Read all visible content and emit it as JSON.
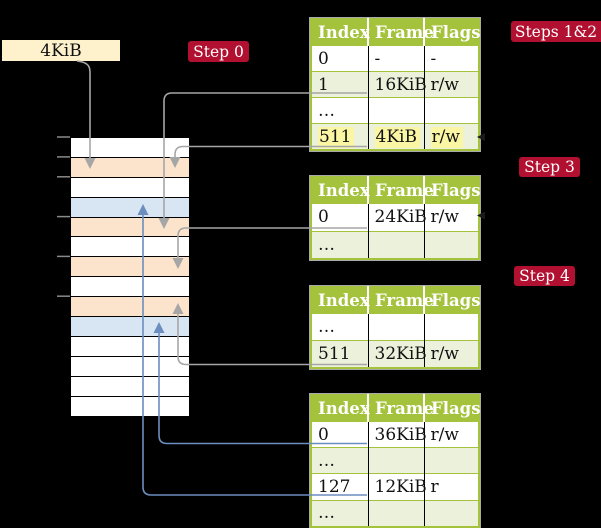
{
  "page_size_box": {
    "label": "4KiB"
  },
  "badges": {
    "step0": "Step 0",
    "steps12": "Steps 1&2",
    "step3": "Step 3",
    "step4": "Step 4"
  },
  "memory_column": {
    "row_colors": [
      "white",
      "orange",
      "white",
      "blue",
      "orange",
      "white",
      "orange",
      "white",
      "orange",
      "blue",
      "white",
      "white",
      "white",
      "white"
    ]
  },
  "tables": [
    {
      "name": "page-table-steps-1-2",
      "headers": [
        "Index",
        "Frame",
        "Flags"
      ],
      "rows": [
        {
          "cells": [
            "0",
            "-",
            "-"
          ]
        },
        {
          "cells": [
            "1",
            "16KiB",
            "r/w"
          ]
        },
        {
          "cells": [
            "…",
            "",
            ""
          ]
        },
        {
          "cells": [
            "511",
            "4KiB",
            "r/w"
          ],
          "highlighted": true
        }
      ]
    },
    {
      "name": "page-table-step-3",
      "headers": [
        "Index",
        "Frame",
        "Flags"
      ],
      "rows": [
        {
          "cells": [
            "0",
            "24KiB",
            "r/w"
          ]
        },
        {
          "cells": [
            "…",
            "",
            ""
          ]
        }
      ]
    },
    {
      "name": "page-table-step-4",
      "headers": [
        "Index",
        "Frame",
        "Flags"
      ],
      "rows": [
        {
          "cells": [
            "…",
            "",
            ""
          ]
        },
        {
          "cells": [
            "511",
            "32KiB",
            "r/w"
          ]
        }
      ]
    },
    {
      "name": "page-table-final",
      "headers": [
        "Index",
        "Frame",
        "Flags"
      ],
      "rows": [
        {
          "cells": [
            "0",
            "36KiB",
            "r/w"
          ]
        },
        {
          "cells": [
            "…",
            "",
            ""
          ]
        },
        {
          "cells": [
            "127",
            "12KiB",
            "r"
          ]
        },
        {
          "cells": [
            "…",
            "",
            ""
          ]
        }
      ]
    }
  ],
  "colors": {
    "background": "#000000",
    "badge_red": "#b11030",
    "table_header_green": "#a4c23c",
    "table_row_green": "#ecf1db",
    "highlight_yellow": "#fbf6a4",
    "frame_orange": "#fce3cb",
    "frame_blue": "#d8e5f3",
    "label_cream": "#fdf2cc",
    "arrow_gray": "#a6a6a6",
    "arrow_blue": "#6c8ebf"
  }
}
